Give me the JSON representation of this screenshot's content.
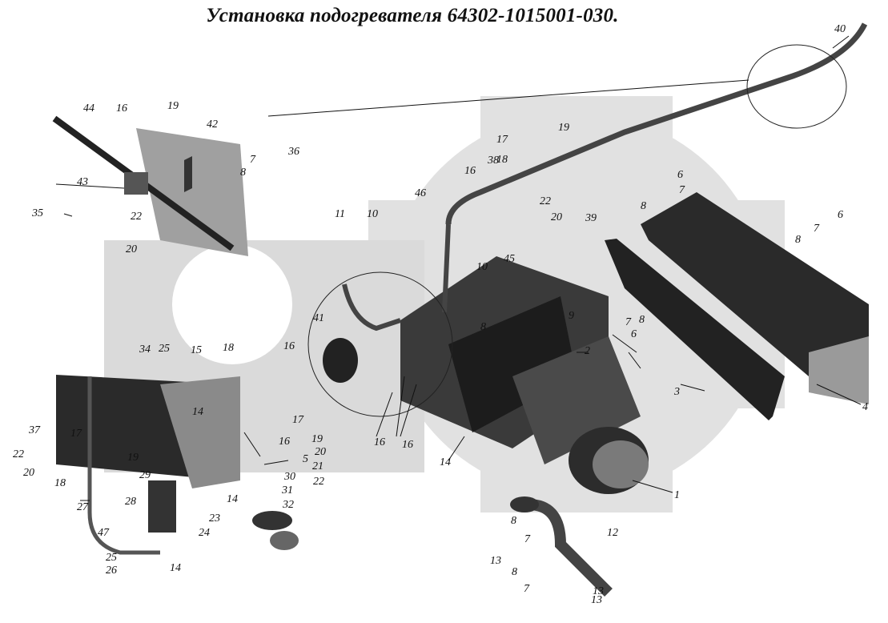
{
  "title": "Установка подогревателя 64302-1015001-030.",
  "callouts": [
    "1",
    "2",
    "3",
    "4",
    "5",
    "6",
    "6",
    "6",
    "7",
    "7",
    "7",
    "7",
    "7",
    "7",
    "8",
    "8",
    "8",
    "8",
    "8",
    "8",
    "8",
    "9",
    "10",
    "10",
    "11",
    "12",
    "13",
    "13",
    "13",
    "14",
    "14",
    "14",
    "14",
    "15",
    "16",
    "16",
    "16",
    "16",
    "16",
    "16",
    "17",
    "17",
    "17",
    "18",
    "18",
    "18",
    "19",
    "19",
    "19",
    "19",
    "20",
    "20",
    "20",
    "20",
    "21",
    "22",
    "22",
    "22",
    "22",
    "23",
    "24",
    "25",
    "25",
    "26",
    "27",
    "28",
    "29",
    "30",
    "31",
    "32",
    "34",
    "35",
    "36",
    "37",
    "38",
    "39",
    "40",
    "41",
    "42",
    "43",
    "44",
    "45",
    "46",
    "47"
  ],
  "colors": {
    "ink": "#111111",
    "shade": "#9a9a9a",
    "dark": "#2a2a2a",
    "watermark": "#d9d9d9"
  }
}
